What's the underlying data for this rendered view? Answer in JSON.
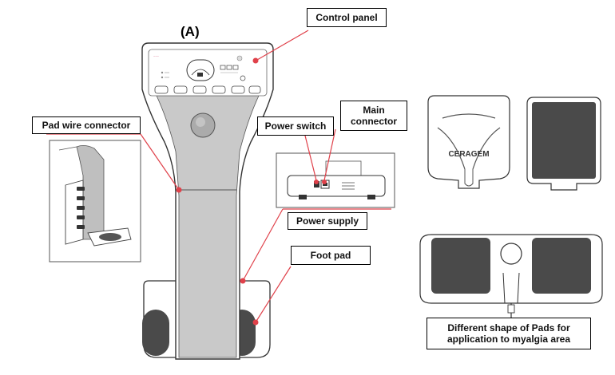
{
  "figure_letter": "(A)",
  "labels": {
    "control_panel": "Control panel",
    "pad_wire_connector": "Pad wire connector",
    "power_switch": "Power switch",
    "main_connector_line1": "Main",
    "main_connector_line2": "connector",
    "power_supply": "Power supply",
    "foot_pad": "Foot pad",
    "pads_caption_line1": "Different shape of Pads for",
    "pads_caption_line2": "application to myalgia area"
  },
  "pad_brand": "CERAGEM",
  "colors": {
    "callout_line": "#e0414a",
    "callout_dot": "#e0414a",
    "body_gray": "#c9c9c9",
    "pad_dark": "#4a4a4a",
    "outline": "#333333"
  }
}
